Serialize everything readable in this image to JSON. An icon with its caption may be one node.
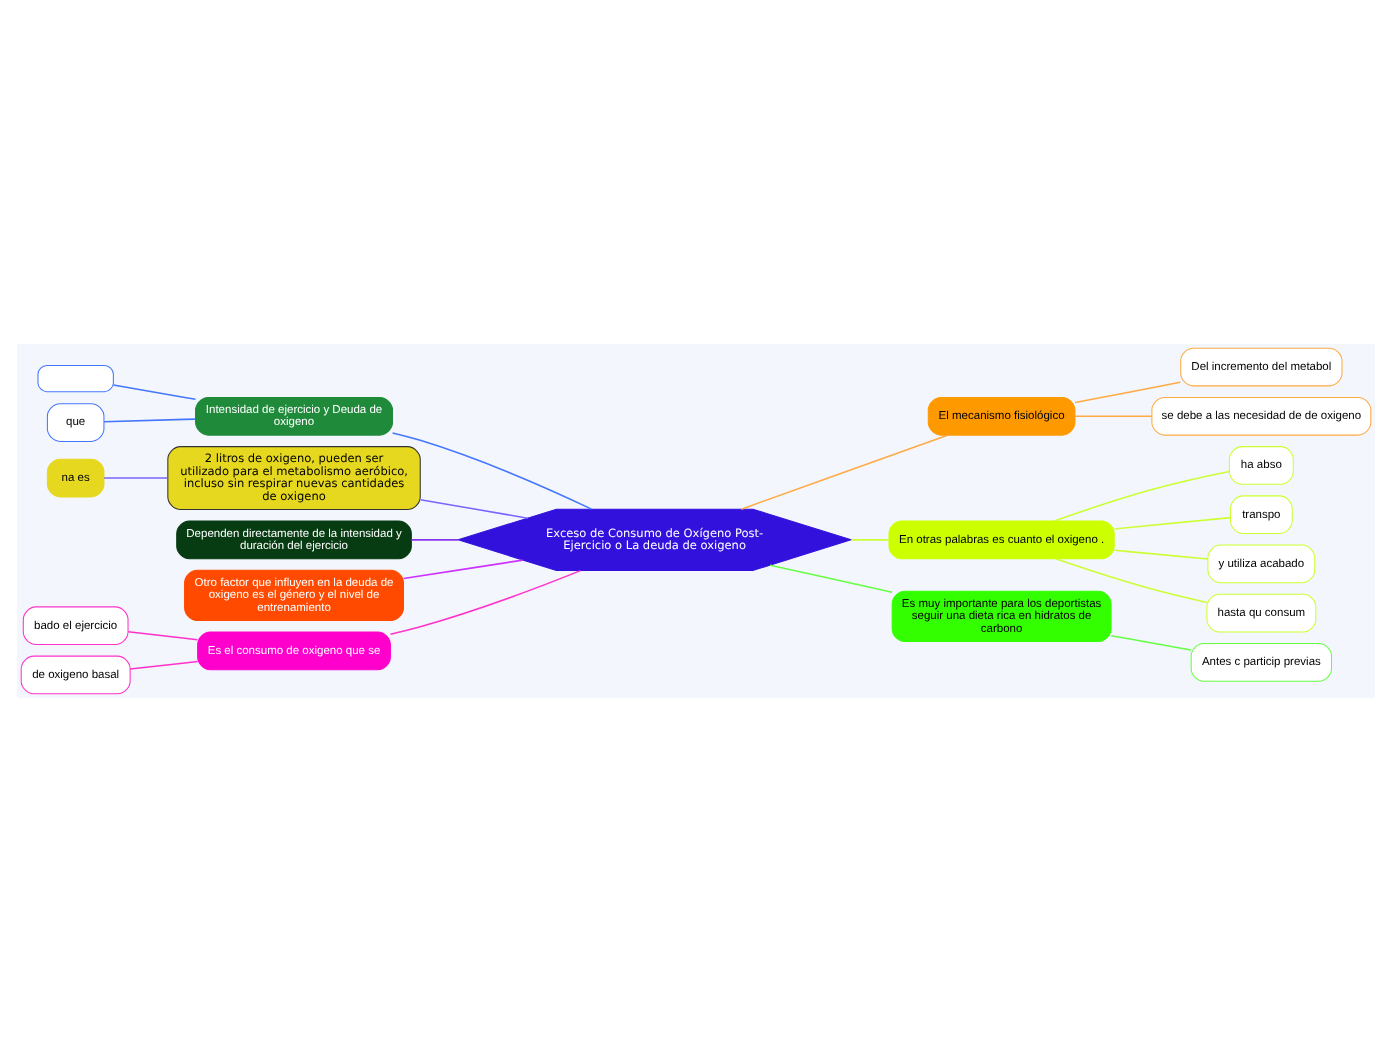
{
  "diagram": {
    "nodes": [
      {
        "text": [
          "Exceso de Consumo de Oxígeno Post-Ejercicio o La deuda de oxigeno"
        ]
      },
      {
        "text": [
          "Intensidad de ejercicio y Deuda de oxigeno"
        ]
      },
      {
        "text": [],
        "shape": "box"
      },
      {
        "text": [
          "que"
        ]
      },
      {
        "text": [
          "2 litros de oxigeno, pueden ser utilizado para el metabolismo aeróbico, incluso sin respirar nuevas cantidades de oxigeno"
        ]
      },
      {
        "text": [
          "na es"
        ]
      },
      {
        "text": [
          "Dependen directamente de la intensidad y duración del ejercicio"
        ]
      },
      {
        "text": [
          "Otro factor que influyen en la deuda de oxigeno es el género y el nivel de entrenamiento"
        ]
      },
      {
        "text": [
          "Es el consumo de oxigeno que se"
        ]
      },
      {
        "text": [
          "bado el ejercicio"
        ]
      },
      {
        "text": [
          "de oxigeno basal"
        ]
      },
      {
        "text": [
          "El mecanismo fisiológico"
        ]
      },
      {
        "text": [
          "Del incremento del metabol"
        ]
      },
      {
        "text": [
          "se debe a las necesidad de de oxigeno"
        ]
      },
      {
        "text": [
          "En otras palabras es cuanto el oxigeno ."
        ]
      },
      {
        "text": [
          "ha abso"
        ]
      },
      {
        "text": [
          "transpo"
        ]
      },
      {
        "text": [
          "y utiliza acabado"
        ]
      },
      {
        "text": [
          "hasta qu consum"
        ]
      },
      {
        "text": [
          "Es muy importante para los deportistas seguir una dieta rica en hidratos de carbono"
        ]
      },
      {
        "text": [
          "Antes c particip previas"
        ]
      }
    ],
    "edges": [
      {
        "from": 1,
        "to": 0,
        "arrow": "none",
        "color": "#4477ff"
      },
      {
        "from": 2,
        "to": 1,
        "arrow": "none",
        "color": "#4477ff"
      },
      {
        "from": 3,
        "to": 1,
        "arrow": "none",
        "color": "#4477ff"
      },
      {
        "from": 4,
        "to": 0,
        "arrow": "none",
        "color": "#7766ff"
      },
      {
        "from": 5,
        "to": 4,
        "arrow": "none",
        "color": "#7766ff"
      },
      {
        "from": 6,
        "to": 0,
        "arrow": "none",
        "color": "#8833ee"
      },
      {
        "from": 7,
        "to": 0,
        "arrow": "none",
        "color": "#cc33ff"
      },
      {
        "from": 8,
        "to": 0,
        "arrow": "none",
        "color": "#ff33cc"
      },
      {
        "from": 9,
        "to": 8,
        "arrow": "none",
        "color": "#ff33cc"
      },
      {
        "from": 10,
        "to": 8,
        "arrow": "none",
        "color": "#ff33cc"
      },
      {
        "from": 0,
        "to": 11,
        "arrow": "none",
        "color": "#ffaa44"
      },
      {
        "from": 11,
        "to": 12,
        "arrow": "none",
        "color": "#ffaa44"
      },
      {
        "from": 11,
        "to": 13,
        "arrow": "none",
        "color": "#ffaa44"
      },
      {
        "from": 0,
        "to": 14,
        "arrow": "none",
        "color": "#ccff33"
      },
      {
        "from": 14,
        "to": 15,
        "arrow": "none",
        "color": "#ccff33"
      },
      {
        "from": 14,
        "to": 16,
        "arrow": "none",
        "color": "#ccff33"
      },
      {
        "from": 14,
        "to": 17,
        "arrow": "none",
        "color": "#ccff33"
      },
      {
        "from": 14,
        "to": 18,
        "arrow": "none",
        "color": "#ccff33"
      },
      {
        "from": 0,
        "to": 19,
        "arrow": "none",
        "color": "#66ff44"
      },
      {
        "from": 19,
        "to": 20,
        "arrow": "none",
        "color": "#66ff44"
      }
    ]
  }
}
